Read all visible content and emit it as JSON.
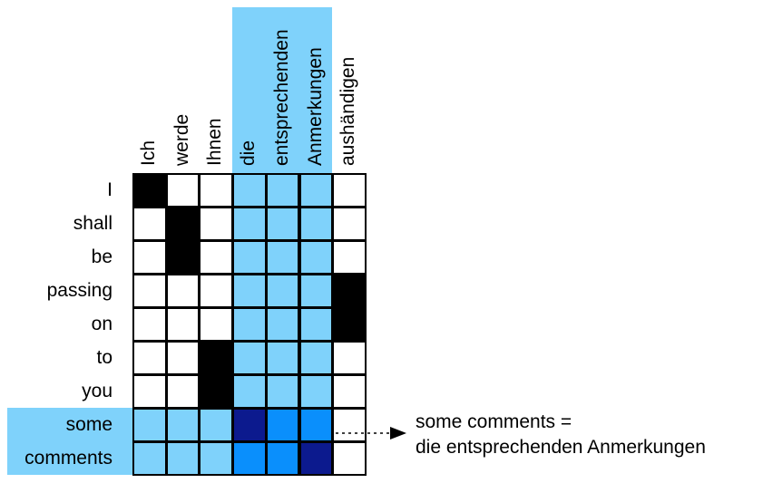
{
  "source_words": [
    "Ich",
    "werde",
    "Ihnen",
    "die",
    "entsprechenden",
    "Anmerkungen",
    "aushändigen"
  ],
  "target_words": [
    "I",
    "shall",
    "be",
    "passing",
    "on",
    "to",
    "you",
    "some",
    "comments"
  ],
  "highlight_columns": [
    3,
    4,
    5
  ],
  "highlight_rows": [
    7,
    8
  ],
  "colors": {
    "black": "#000000",
    "light_blue": "#7fd2fb",
    "mid_blue": "#0a8ffc",
    "dark_blue": "#0c1a8e",
    "white": "#ffffff",
    "grid_line": "#000000"
  },
  "alignment_grid": [
    [
      "black",
      "white",
      "white",
      "light_blue",
      "light_blue",
      "light_blue",
      "white"
    ],
    [
      "white",
      "black",
      "white",
      "light_blue",
      "light_blue",
      "light_blue",
      "white"
    ],
    [
      "white",
      "black",
      "white",
      "light_blue",
      "light_blue",
      "light_blue",
      "white"
    ],
    [
      "white",
      "white",
      "white",
      "light_blue",
      "light_blue",
      "light_blue",
      "black"
    ],
    [
      "white",
      "white",
      "white",
      "light_blue",
      "light_blue",
      "light_blue",
      "black"
    ],
    [
      "white",
      "white",
      "black",
      "light_blue",
      "light_blue",
      "light_blue",
      "white"
    ],
    [
      "white",
      "white",
      "black",
      "light_blue",
      "light_blue",
      "light_blue",
      "white"
    ],
    [
      "light_blue",
      "light_blue",
      "light_blue",
      "dark_blue",
      "mid_blue",
      "mid_blue",
      "white"
    ],
    [
      "light_blue",
      "light_blue",
      "light_blue",
      "mid_blue",
      "mid_blue",
      "dark_blue",
      "white"
    ]
  ],
  "annotation": {
    "line1": "some comments =",
    "line2": "die entsprechenden Anmerkungen"
  }
}
